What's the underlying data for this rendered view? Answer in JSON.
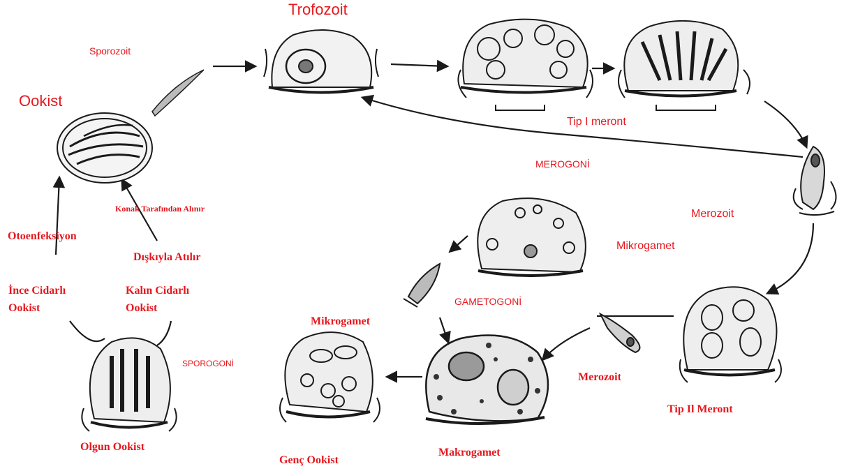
{
  "labels": {
    "trofozoit": "Trofozoit",
    "sporozoit": "Sporozoit",
    "ookist": "Ookist",
    "tip1_meront": "Tip I meront",
    "merogoni": "MEROGONİ",
    "merozoit_right": "Merozoit",
    "mikrogamet_top": "Mikrogamet",
    "konak": "Konak Tarafından Alınır",
    "otoenfeksiyon": "Otoenfeksiyon",
    "diskiyla": "Dışkıyla Atılır",
    "ince_line1": "İnce Cidarlı",
    "ince_line2": "Ookist",
    "kalin_line1": "Kalın Cidarlı",
    "kalin_line2": "Ookist",
    "gametogoni": "GAMETOGONİ",
    "mikrogamet_mid": "Mikrogamet",
    "sporogoni": "SPOROGONİ",
    "merozoit_bottom": "Merozoit",
    "tip2_meront": "Tip Il Meront",
    "olgun_ookist": "Olgun Ookist",
    "genc_ookist": "Genç Ookist",
    "makrogamet": "Makrogamet"
  },
  "colors": {
    "label": "#e5181e",
    "ink": "#1a1a1a",
    "background": "#ffffff"
  }
}
